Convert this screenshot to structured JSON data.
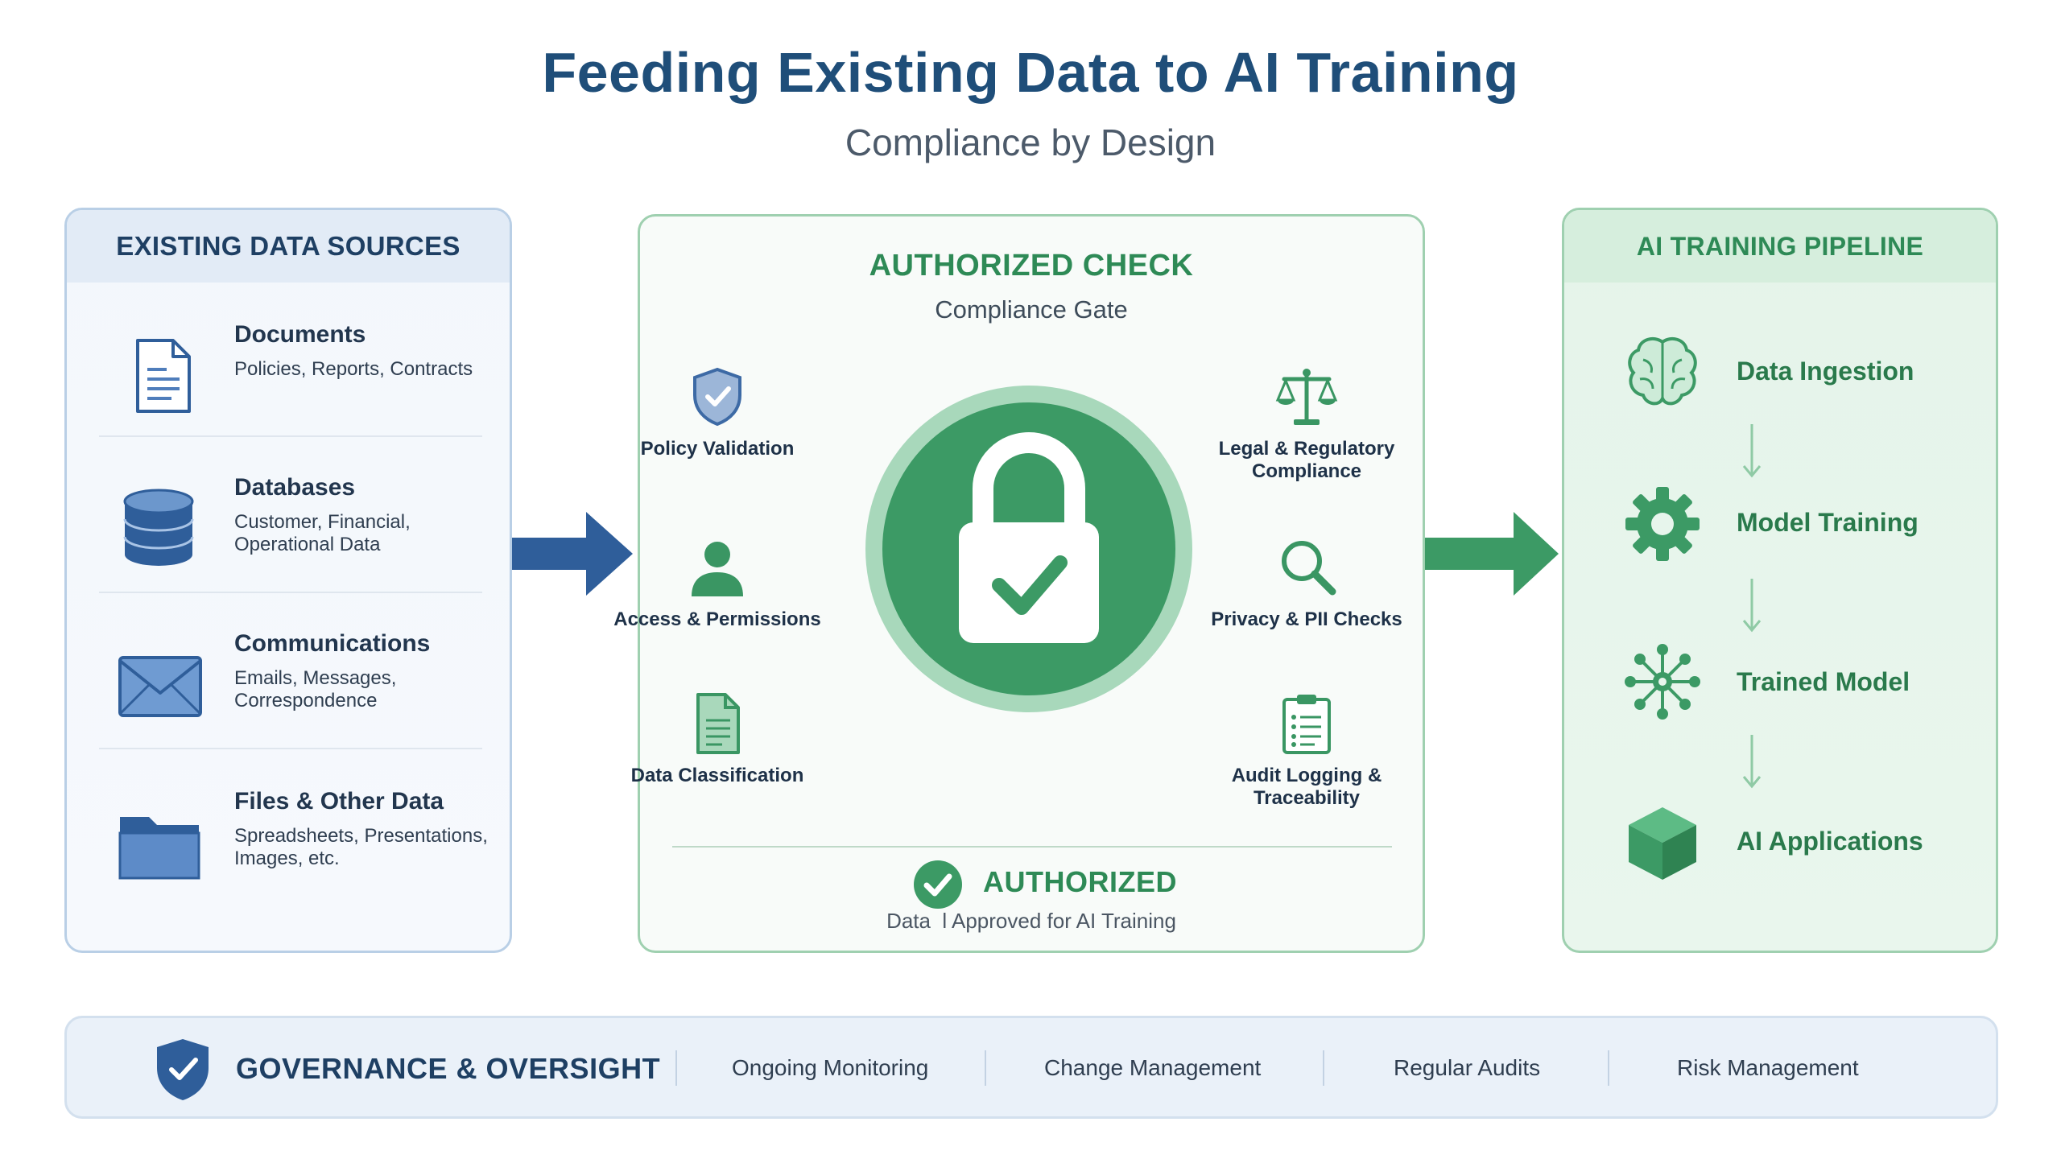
{
  "title": "Feeding Existing Data to AI Training",
  "subtitle": "Compliance by Design",
  "left_panel": {
    "header": "EXISTING DATA SOURCES",
    "items": [
      {
        "title": "Documents",
        "desc": "Policies, Reports, Contracts",
        "icon": "document-icon"
      },
      {
        "title": "Databases",
        "desc": "Customer, Financial, Operational Data",
        "icon": "database-icon"
      },
      {
        "title": "Communications",
        "desc": "Emails, Messages, Correspondence",
        "icon": "envelope-icon"
      },
      {
        "title": "Files & Other Data",
        "desc": "Spreadsheets, Presentations, Images, etc.",
        "icon": "folder-icon"
      }
    ]
  },
  "center_panel": {
    "title": "AUTHORIZED CHECK",
    "subtitle": "Compliance Gate",
    "checks_left": [
      {
        "label": "Policy Validation",
        "icon": "shield-check-icon"
      },
      {
        "label": "Access & Permissions",
        "icon": "user-icon"
      },
      {
        "label": "Data Classification",
        "icon": "file-icon"
      }
    ],
    "checks_right": [
      {
        "label": "Legal & Regulatory Compliance",
        "icon": "scales-icon"
      },
      {
        "label": "Privacy & PII Checks",
        "icon": "magnifier-icon"
      },
      {
        "label": "Audit Logging & Traceability",
        "icon": "clipboard-icon"
      }
    ],
    "status_label": "AUTHORIZED",
    "status_desc": "Data  l Approved for AI Training"
  },
  "right_panel": {
    "header": "AI TRAINING PIPELINE",
    "steps": [
      {
        "label": "Data Ingestion",
        "icon": "brain-icon"
      },
      {
        "label": "Model Training",
        "icon": "gear-icon"
      },
      {
        "label": "Trained Model",
        "icon": "network-icon"
      },
      {
        "label": "AI Applications",
        "icon": "cube-icon"
      }
    ]
  },
  "governance": {
    "title": "GOVERNANCE & OVERSIGHT",
    "items": [
      "Ongoing Monitoring",
      "Change Management",
      "Regular Audits",
      "Risk Management"
    ]
  },
  "colors": {
    "blue_primary": "#1f4e79",
    "blue_icon": "#3d6aa5",
    "green_primary": "#2e8a56",
    "green_light": "#9fd0b0"
  }
}
